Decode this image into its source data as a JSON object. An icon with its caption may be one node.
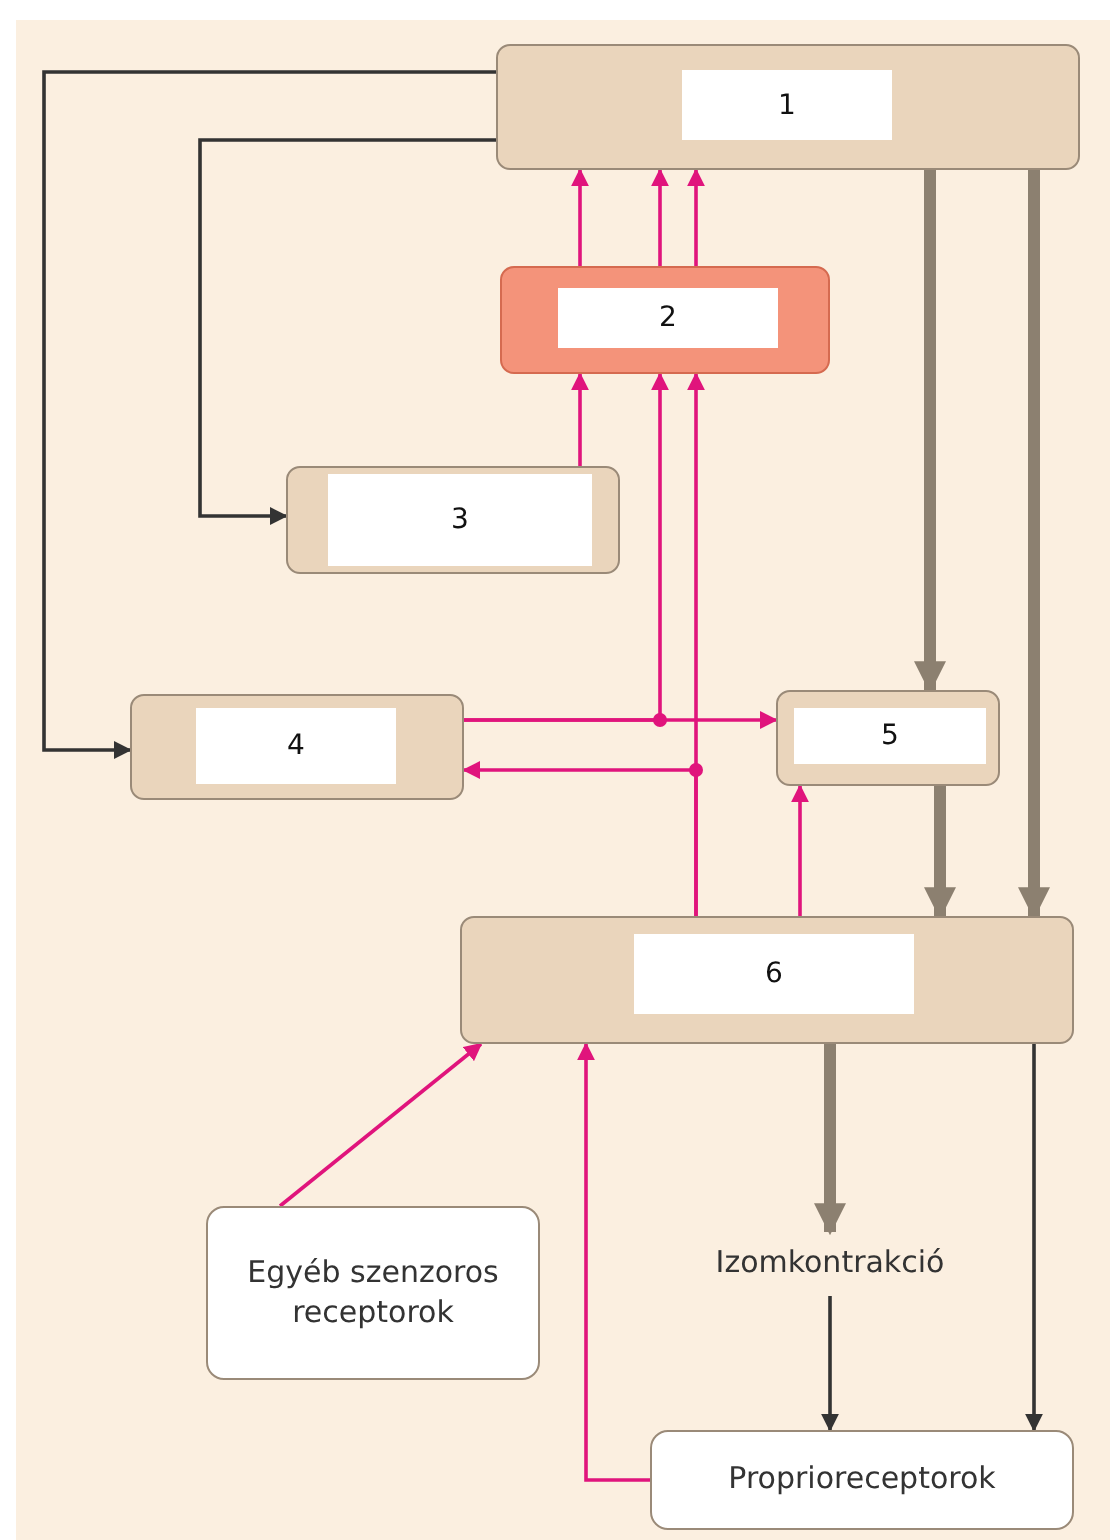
{
  "diagram": {
    "nodes": [
      {
        "text": [
          "1"
        ]
      },
      {
        "text": [
          "2"
        ]
      },
      {
        "text": [
          "3"
        ]
      },
      {
        "text": [
          "4"
        ]
      },
      {
        "text": [
          "5"
        ]
      },
      {
        "text": [
          "6"
        ]
      },
      {
        "text": [
          "Egyéb szenzoros receptorok"
        ]
      },
      {
        "text": [
          "Izomkontrakció"
        ]
      },
      {
        "text": [
          "Proprioreceptorok"
        ]
      }
    ],
    "edges": [
      {
        "from": 0,
        "to": 3,
        "arrow": "to",
        "color": "#333333"
      },
      {
        "from": 0,
        "to": 2,
        "arrow": "to",
        "color": "#333333"
      },
      {
        "from": 1,
        "to": 0,
        "arrow": "to"
      },
      {
        "from": 1,
        "to": 0,
        "arrow": "to"
      },
      {
        "from": 1,
        "to": 0,
        "arrow": "to"
      },
      {
        "from": 2,
        "to": 1,
        "arrow": "to"
      },
      {
        "from": 3,
        "to": 1,
        "arrow": "to"
      },
      {
        "from": 3,
        "to": 4,
        "arrow": "to"
      },
      {
        "from": 5,
        "to": 1,
        "arrow": "to"
      },
      {
        "from": 5,
        "to": 3,
        "arrow": "to"
      },
      {
        "from": 5,
        "to": 4,
        "arrow": "to"
      },
      {
        "from": 0,
        "to": 4,
        "arrow": "to",
        "style": "thick",
        "color": "#8c8070"
      },
      {
        "from": 4,
        "to": 5,
        "arrow": "to",
        "style": "thick",
        "color": "#8c8070"
      },
      {
        "from": 0,
        "to": 5,
        "arrow": "to",
        "style": "thick",
        "color": "#8c8070"
      },
      {
        "from": 5,
        "to": 7,
        "arrow": "to",
        "style": "thick",
        "color": "#8c8070"
      },
      {
        "from": 7,
        "to": 8,
        "arrow": "to",
        "color": "#333333"
      },
      {
        "from": 5,
        "to": 8,
        "arrow": "to",
        "color": "#333333"
      },
      {
        "from": 6,
        "to": 5,
        "arrow": "to"
      },
      {
        "from": 8,
        "to": 5,
        "arrow": "to"
      }
    ]
  }
}
